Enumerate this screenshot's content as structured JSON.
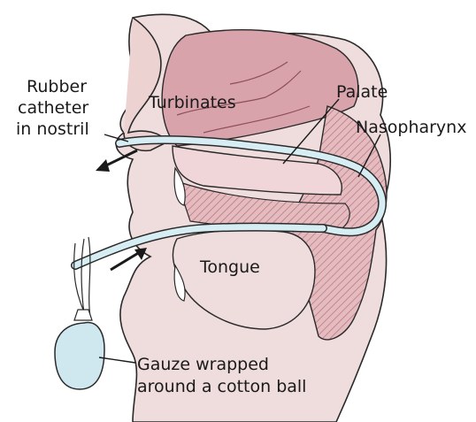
{
  "labels": {
    "rubber_catheter": [
      "Rubber",
      "catheter",
      "in nostril"
    ],
    "turbinates": "Turbinates",
    "palate": "Palate",
    "nasopharynx": "Nasopharynx",
    "tongue": "Tongue",
    "gauze": [
      "Gauze wrapped",
      "around a cotton ball"
    ]
  },
  "colors": {
    "skin": "#e8cdcd",
    "nasal": "#d9a3ab",
    "turbinate": "#d18f99",
    "hatch": "#c07b85",
    "catheter": "#d6eef3",
    "gauze": "#cfe7ef",
    "outline": "#2a2a2a"
  }
}
